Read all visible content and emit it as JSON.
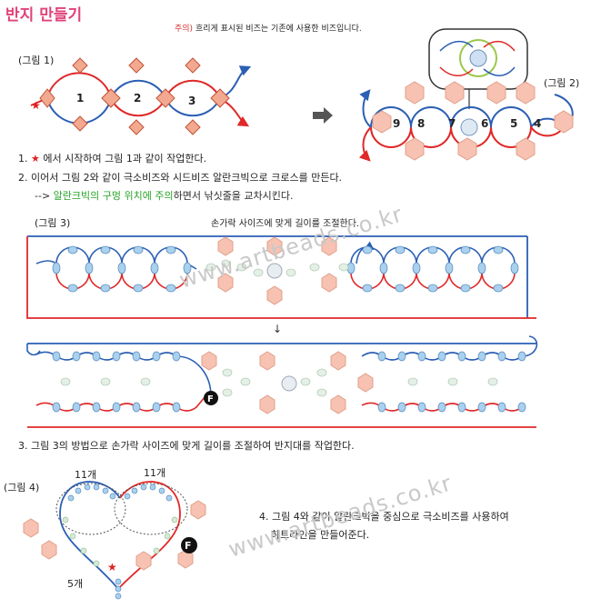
{
  "title": "반지 만들기",
  "note": {
    "prefix": "주의) ",
    "text": "흐리게 표시된 비즈는 기존에 사용한 비즈입니다."
  },
  "fig1": {
    "label": "(그림 1)",
    "numbers": [
      "1",
      "2",
      "3"
    ]
  },
  "fig2": {
    "label": "(그림 2)",
    "numbers": [
      "9",
      "8",
      "7",
      "6",
      "5",
      "4"
    ]
  },
  "fig3": {
    "label": "(그림 3)",
    "caption": "손가락 사이즈에 맞게 길이를 조절한다.",
    "f_marker": "F"
  },
  "fig4": {
    "label": "(그림 4)",
    "count_left": "11개",
    "count_right": "11개",
    "count_bottom": "5개",
    "f_marker": "F"
  },
  "steps": {
    "s1_num": "1.",
    "s1_star": "★",
    "s1_text": "에서 시작하여 그림 1과 같이 작업한다.",
    "s2": "2. 이어서 그림 2와 같이 극소비즈와 시드비즈 알란크빅으로 크로스를 만든다.",
    "s2_arrow": "--> ",
    "s2_green": "알란크빅의 구멍 위치에 주의",
    "s2_rest": "하면서 낚싯줄을 교차시킨다.",
    "s3": "3. 그림 3의 방법으로 손가락 사이즈에 맞게 길이를 조절하여 반지대를 작업한다.",
    "s4_line1": "4. 그림 4와 같이 알란크빅을 중심으로 극소비즈를 사용하여",
    "s4_line2": "하트라인을 만들어준다."
  },
  "watermark": "www.artbeads.co.kr",
  "colors": {
    "red_line": "#e02828",
    "blue_line": "#2b5fb4",
    "hex_bead": "#f2a98f",
    "seed_blue": "#a9d1ee",
    "title": "#e0437a",
    "green": "#29a329"
  }
}
